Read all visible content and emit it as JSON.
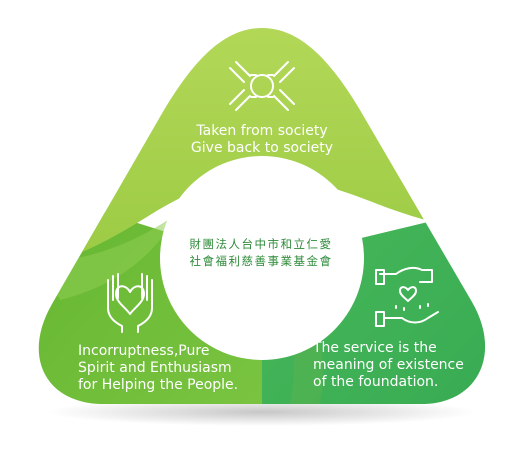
{
  "segments": {
    "top": {
      "lines": [
        "Taken from society",
        "Give back to society"
      ],
      "icon": "hands-together-icon",
      "color": "#a8cf4b"
    },
    "left": {
      "lines": [
        "Incorruptness,Pure",
        "Spirit and Enthusiasm",
        "for Helping the People."
      ],
      "icon": "heart-hands-icon",
      "color": "#6fbd3c"
    },
    "right": {
      "lines": [
        "The service is the",
        "meaning of existence",
        "of the foundation."
      ],
      "icon": "giving-hands-icon",
      "color": "#3dae58"
    }
  },
  "center": {
    "lines": [
      "財團法人台中市和立仁愛",
      "社會福利慈善事業基金會"
    ],
    "text_color": "#2e8b3a"
  }
}
